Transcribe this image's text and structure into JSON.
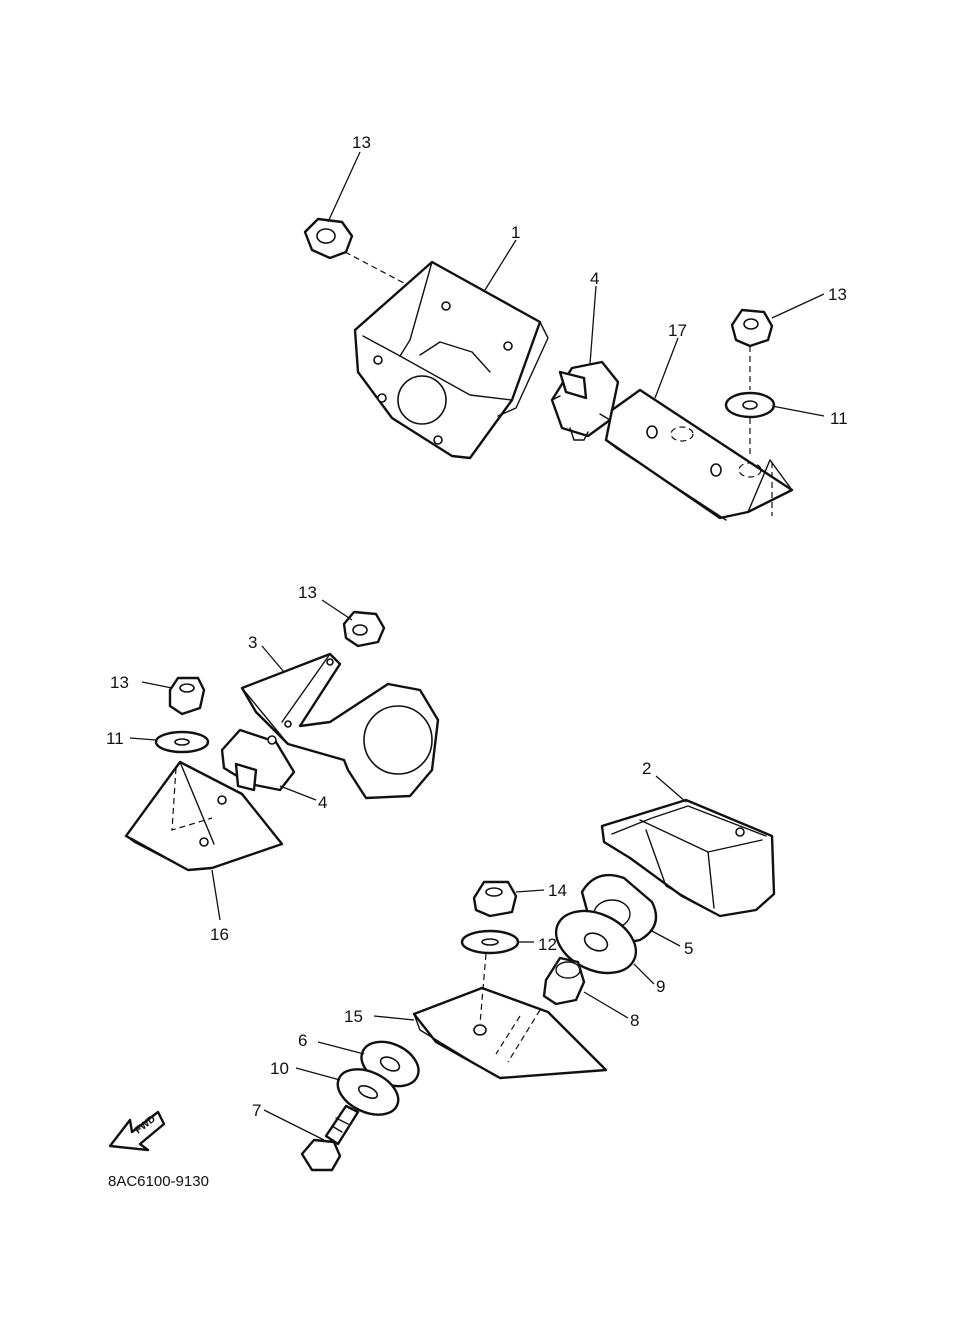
{
  "diagram": {
    "part_code": "8AC6100-9130",
    "fwd_label": "FWD",
    "callouts": [
      "13",
      "1",
      "4",
      "17",
      "13",
      "11",
      "13",
      "3",
      "13",
      "11",
      "4",
      "16",
      "2",
      "14",
      "12",
      "5",
      "9",
      "8",
      "15",
      "6",
      "10",
      "7"
    ]
  }
}
